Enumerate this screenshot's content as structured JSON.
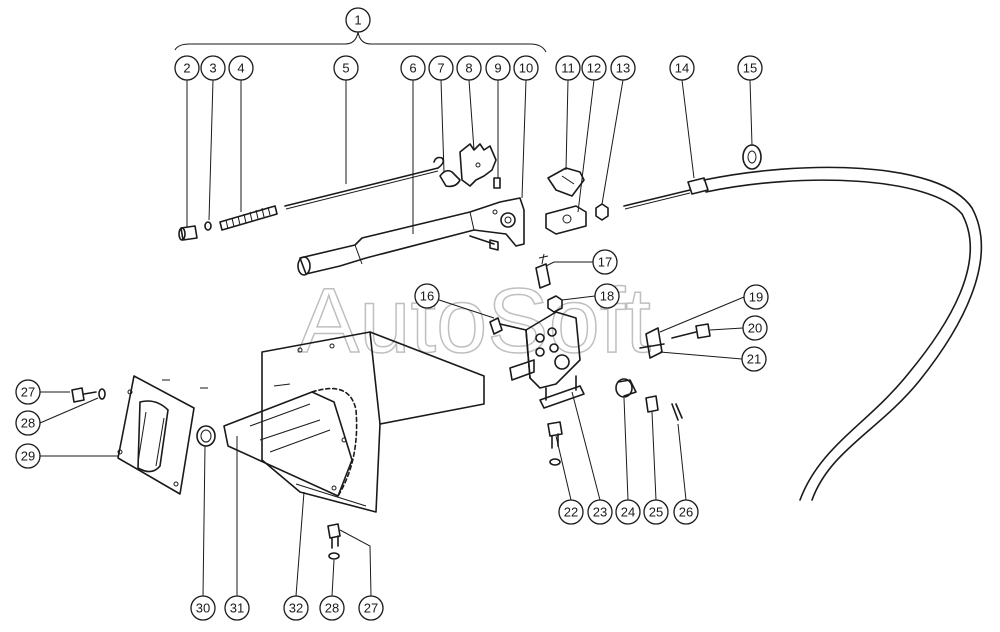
{
  "watermark": "AutoSoft",
  "callouts": [
    {
      "id": "c1",
      "label": "1"
    },
    {
      "id": "c2",
      "label": "2"
    },
    {
      "id": "c3",
      "label": "3"
    },
    {
      "id": "c4",
      "label": "4"
    },
    {
      "id": "c5",
      "label": "5"
    },
    {
      "id": "c6",
      "label": "6"
    },
    {
      "id": "c7",
      "label": "7"
    },
    {
      "id": "c8",
      "label": "8"
    },
    {
      "id": "c9",
      "label": "9"
    },
    {
      "id": "c10",
      "label": "10"
    },
    {
      "id": "c11",
      "label": "11"
    },
    {
      "id": "c12",
      "label": "12"
    },
    {
      "id": "c13",
      "label": "13"
    },
    {
      "id": "c14",
      "label": "14"
    },
    {
      "id": "c15",
      "label": "15"
    },
    {
      "id": "c16",
      "label": "16"
    },
    {
      "id": "c17",
      "label": "17"
    },
    {
      "id": "c18",
      "label": "18"
    },
    {
      "id": "c19",
      "label": "19"
    },
    {
      "id": "c20",
      "label": "20"
    },
    {
      "id": "c21",
      "label": "21"
    },
    {
      "id": "c22",
      "label": "22"
    },
    {
      "id": "c23",
      "label": "23"
    },
    {
      "id": "c24",
      "label": "24"
    },
    {
      "id": "c25",
      "label": "25"
    },
    {
      "id": "c26",
      "label": "26"
    },
    {
      "id": "c27a",
      "label": "27"
    },
    {
      "id": "c28a",
      "label": "28"
    },
    {
      "id": "c29",
      "label": "29"
    },
    {
      "id": "c30",
      "label": "30"
    },
    {
      "id": "c31",
      "label": "31"
    },
    {
      "id": "c32",
      "label": "32"
    },
    {
      "id": "c28b",
      "label": "28"
    },
    {
      "id": "c27b",
      "label": "27"
    }
  ]
}
